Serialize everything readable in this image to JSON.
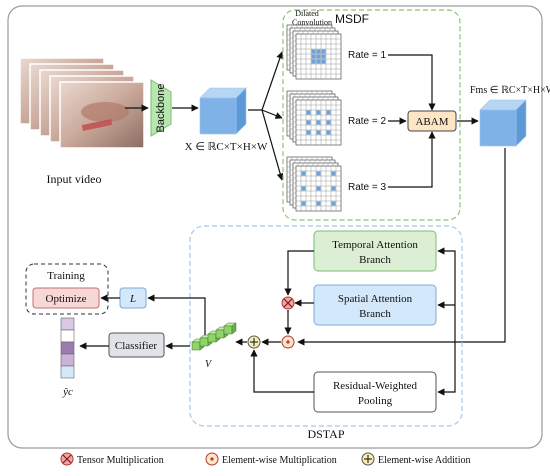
{
  "input": {
    "label": "Input video"
  },
  "backbone": {
    "label": "Backbone"
  },
  "feature_x": {
    "label": "X ∈ ℝC×T×H×W"
  },
  "msdf": {
    "title": "MSDF",
    "dilated_label": [
      "Dilated",
      "Convolution"
    ],
    "rates": [
      "Rate = 1",
      "Rate = 2",
      "Rate = 3"
    ],
    "abam_label": "ABAM"
  },
  "feature_fms": {
    "label": "Fms ∈ ℝC×T×H×W"
  },
  "dstap": {
    "title": "DSTAP",
    "temporal": [
      "Temporal Attention",
      "Branch"
    ],
    "spatial": [
      "Spatial Attention",
      "Branch"
    ],
    "residual": [
      "Residual-Weighted",
      "Pooling"
    ]
  },
  "training": {
    "title": "Training",
    "optimize": "Optimize",
    "loss": "L"
  },
  "classifier": {
    "label": "Classifier"
  },
  "vector_v": {
    "label": "V"
  },
  "output": {
    "label": "ŷc"
  },
  "legend": {
    "tensor_mult": "Tensor Multiplication",
    "elem_mult": "Element-wise Multiplication",
    "elem_add": "Element-wise Addition"
  },
  "colors": {
    "backbone": "#b8e6b0",
    "cube_blue": "#7fb3e8",
    "temporal_fill": "#dcefd4",
    "spatial_fill": "#d4e8fb",
    "optimize_fill": "#f8d7d7",
    "grid_blue": "#6fa3d8",
    "vector_green": "#8fd36b",
    "output_purple": "#9b7bb0",
    "tensor_red": "#e57373",
    "msdf_border": "#8cc66b",
    "dstap_border": "#a7c8e6"
  }
}
